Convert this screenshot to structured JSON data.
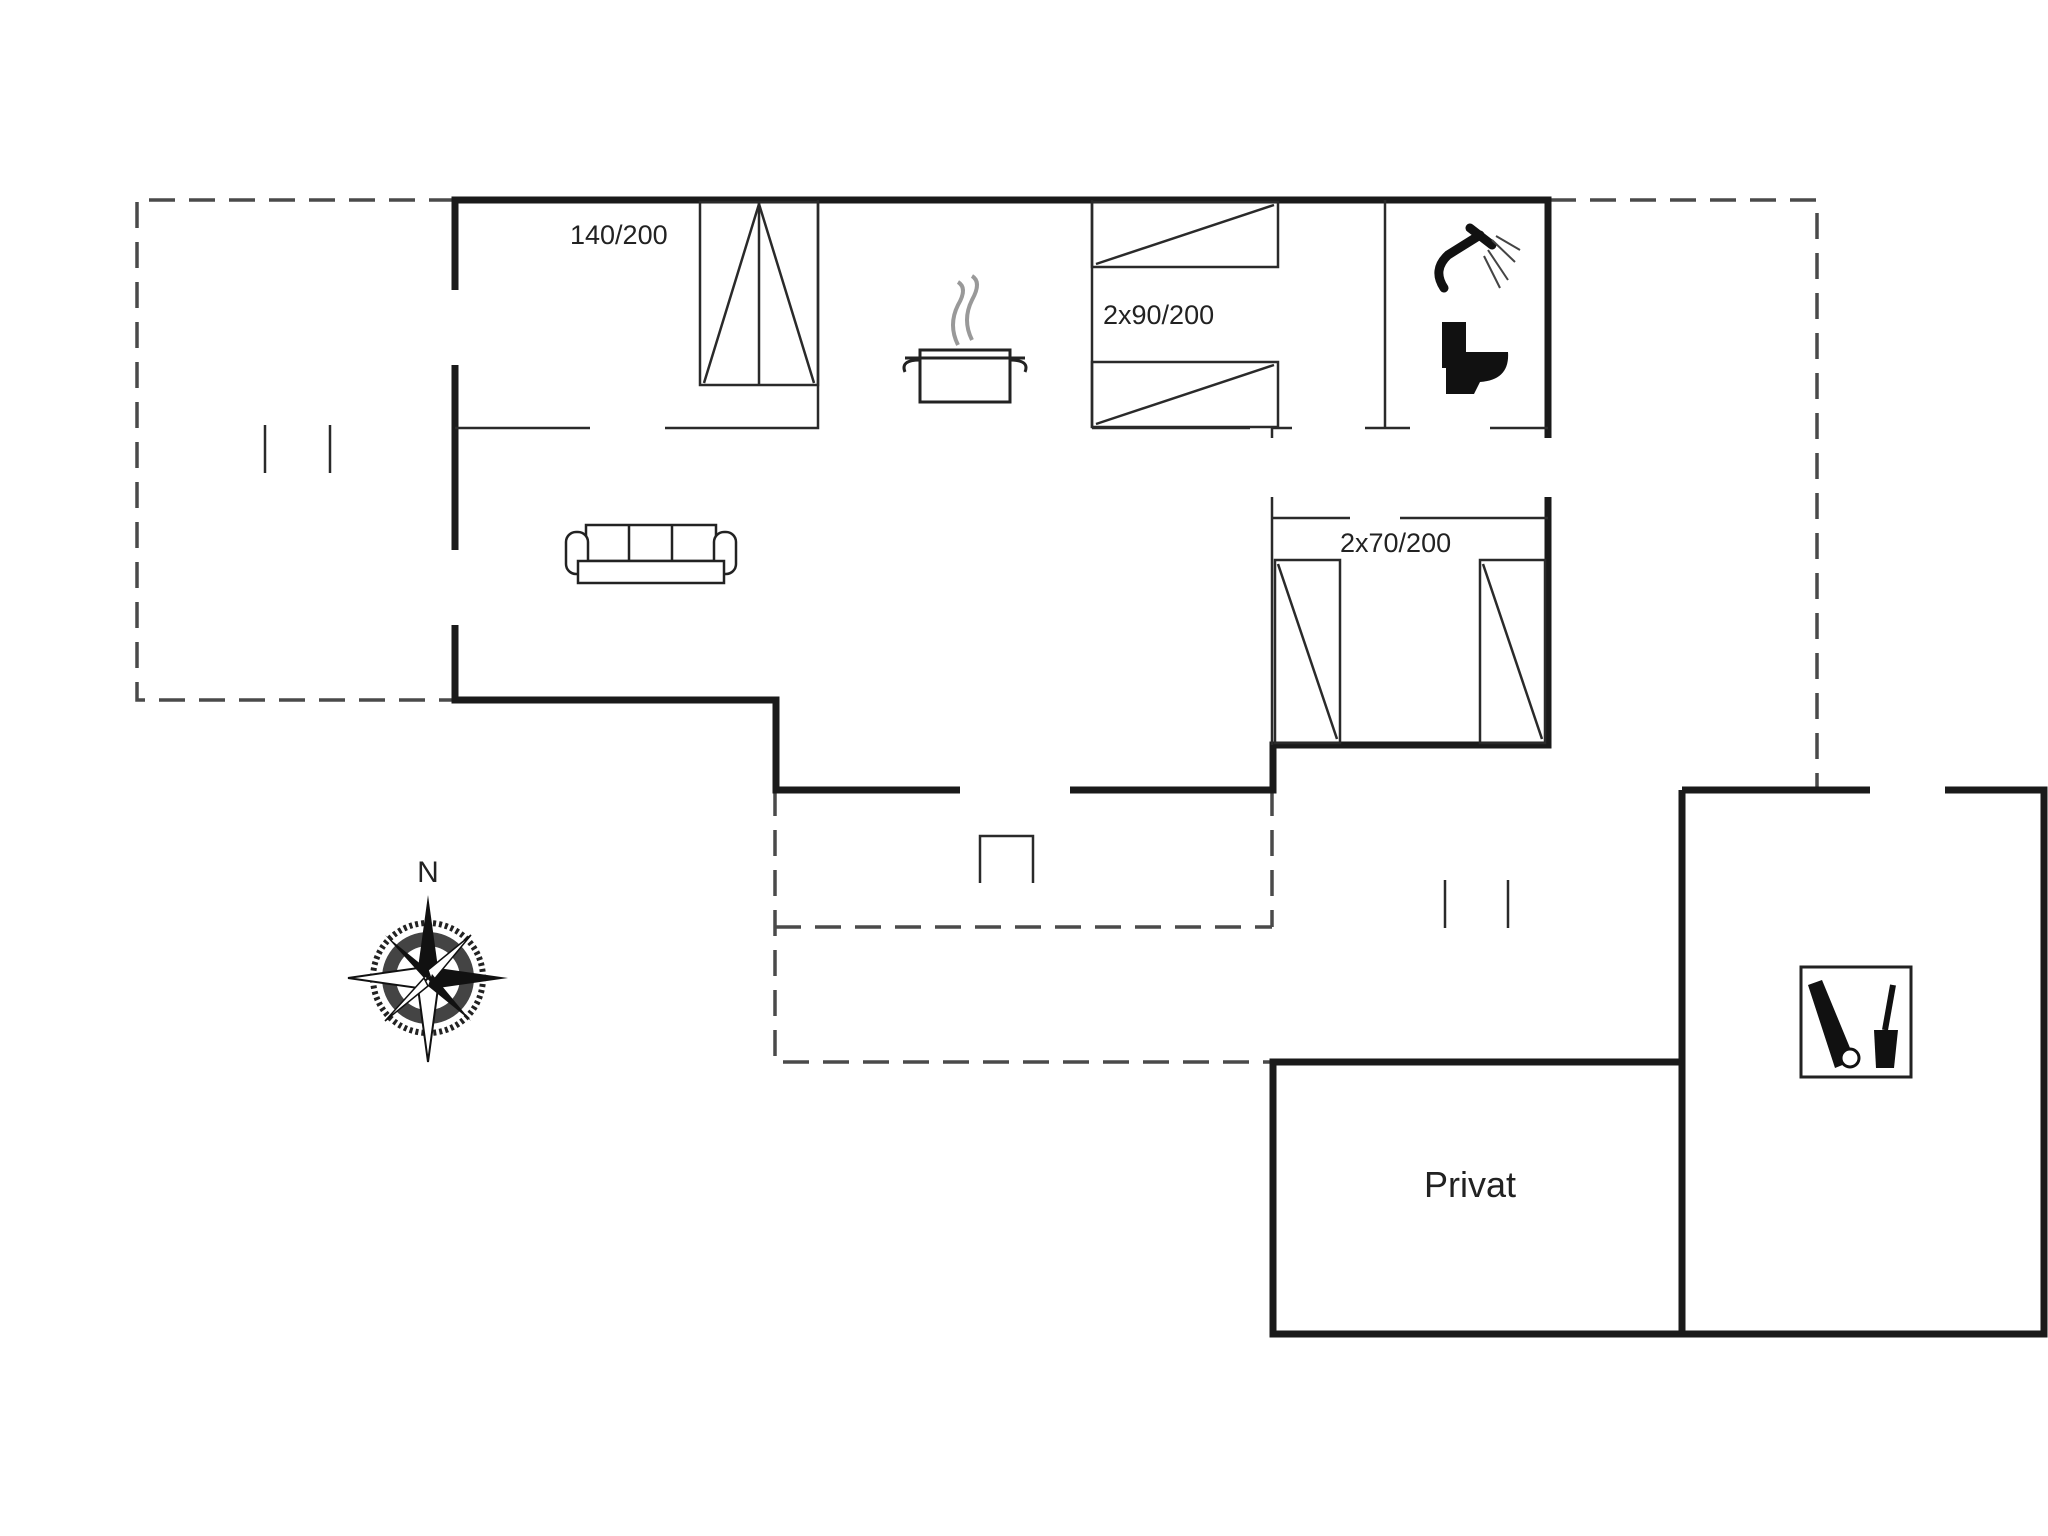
{
  "labels": {
    "bed_master": "140/200",
    "bed_twin_a": "2x90/200",
    "bed_twin_b": "2x70/200",
    "private_room": "Privat",
    "compass_north": "N"
  },
  "icons": [
    "kitchen-pot-icon",
    "sofa-icon",
    "shower-icon",
    "toilet-icon",
    "garden-tools-icon",
    "compass-rose-icon"
  ],
  "colors": {
    "wall": "#1a1a1a",
    "line": "#2a2a2a",
    "background": "#ffffff"
  }
}
